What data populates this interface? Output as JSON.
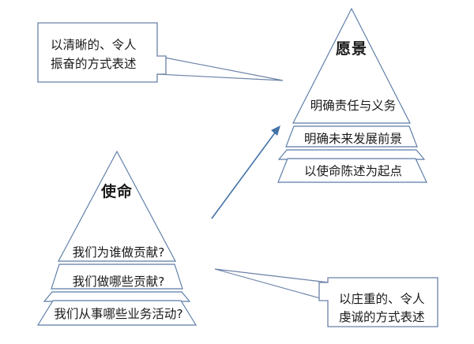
{
  "diagram": {
    "type": "two-pyramid-comparison",
    "background_color": "#ffffff",
    "stroke_color": "#5b7ba6",
    "accent_color": "#4472a8",
    "text_color": "#1a1a1a"
  },
  "vision_pyramid": {
    "name": "vision-pyramid",
    "title": "愿景",
    "rows": [
      "明确责任与义务",
      "明确未来发展前景",
      "以使命陈述为起点"
    ]
  },
  "mission_pyramid": {
    "name": "mission-pyramid",
    "title": "使命",
    "rows": [
      "我们为谁做贡献?",
      "我们做哪些贡献?",
      "我们从事哪些业务活动?"
    ]
  },
  "callouts": [
    {
      "name": "vision-callout",
      "position": "top-left",
      "points_to": "vision-pyramid",
      "lines": [
        "以清晰的、令人",
        "振奋的方式表述"
      ]
    },
    {
      "name": "mission-callout",
      "position": "bottom-right",
      "points_to": "mission-pyramid",
      "lines": [
        "以庄重的、令人",
        "虔诚的方式表述"
      ]
    }
  ],
  "connector": {
    "name": "mission-to-vision-arrow",
    "from": "mission-pyramid",
    "to": "vision-pyramid",
    "style": "single-headed-arrow"
  }
}
